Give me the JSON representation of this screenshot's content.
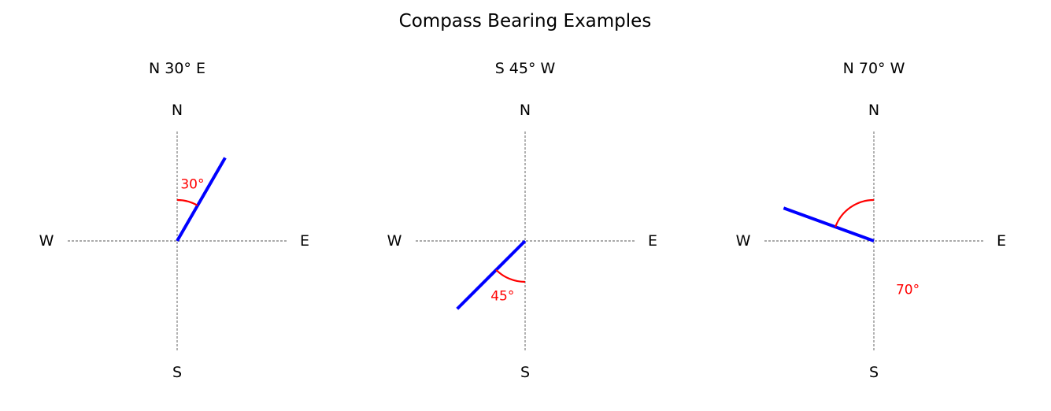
{
  "title": "Compass Bearing Examples",
  "colors": {
    "bearing_line": "#0000ff",
    "angle_arc": "#ff0000",
    "axis": "#555555",
    "text": "#000000",
    "background": "#ffffff"
  },
  "cardinals": {
    "north": "N",
    "south": "S",
    "east": "E",
    "west": "W"
  },
  "panels": [
    {
      "title": "N 30° E",
      "reference": "N",
      "turn": "E",
      "angle_deg": 30,
      "angle_label": "30°"
    },
    {
      "title": "S 45° W",
      "reference": "S",
      "turn": "W",
      "angle_deg": 45,
      "angle_label": "45°"
    },
    {
      "title": "N 70° W",
      "reference": "N",
      "turn": "W",
      "angle_deg": 70,
      "angle_label": "70°"
    }
  ]
}
